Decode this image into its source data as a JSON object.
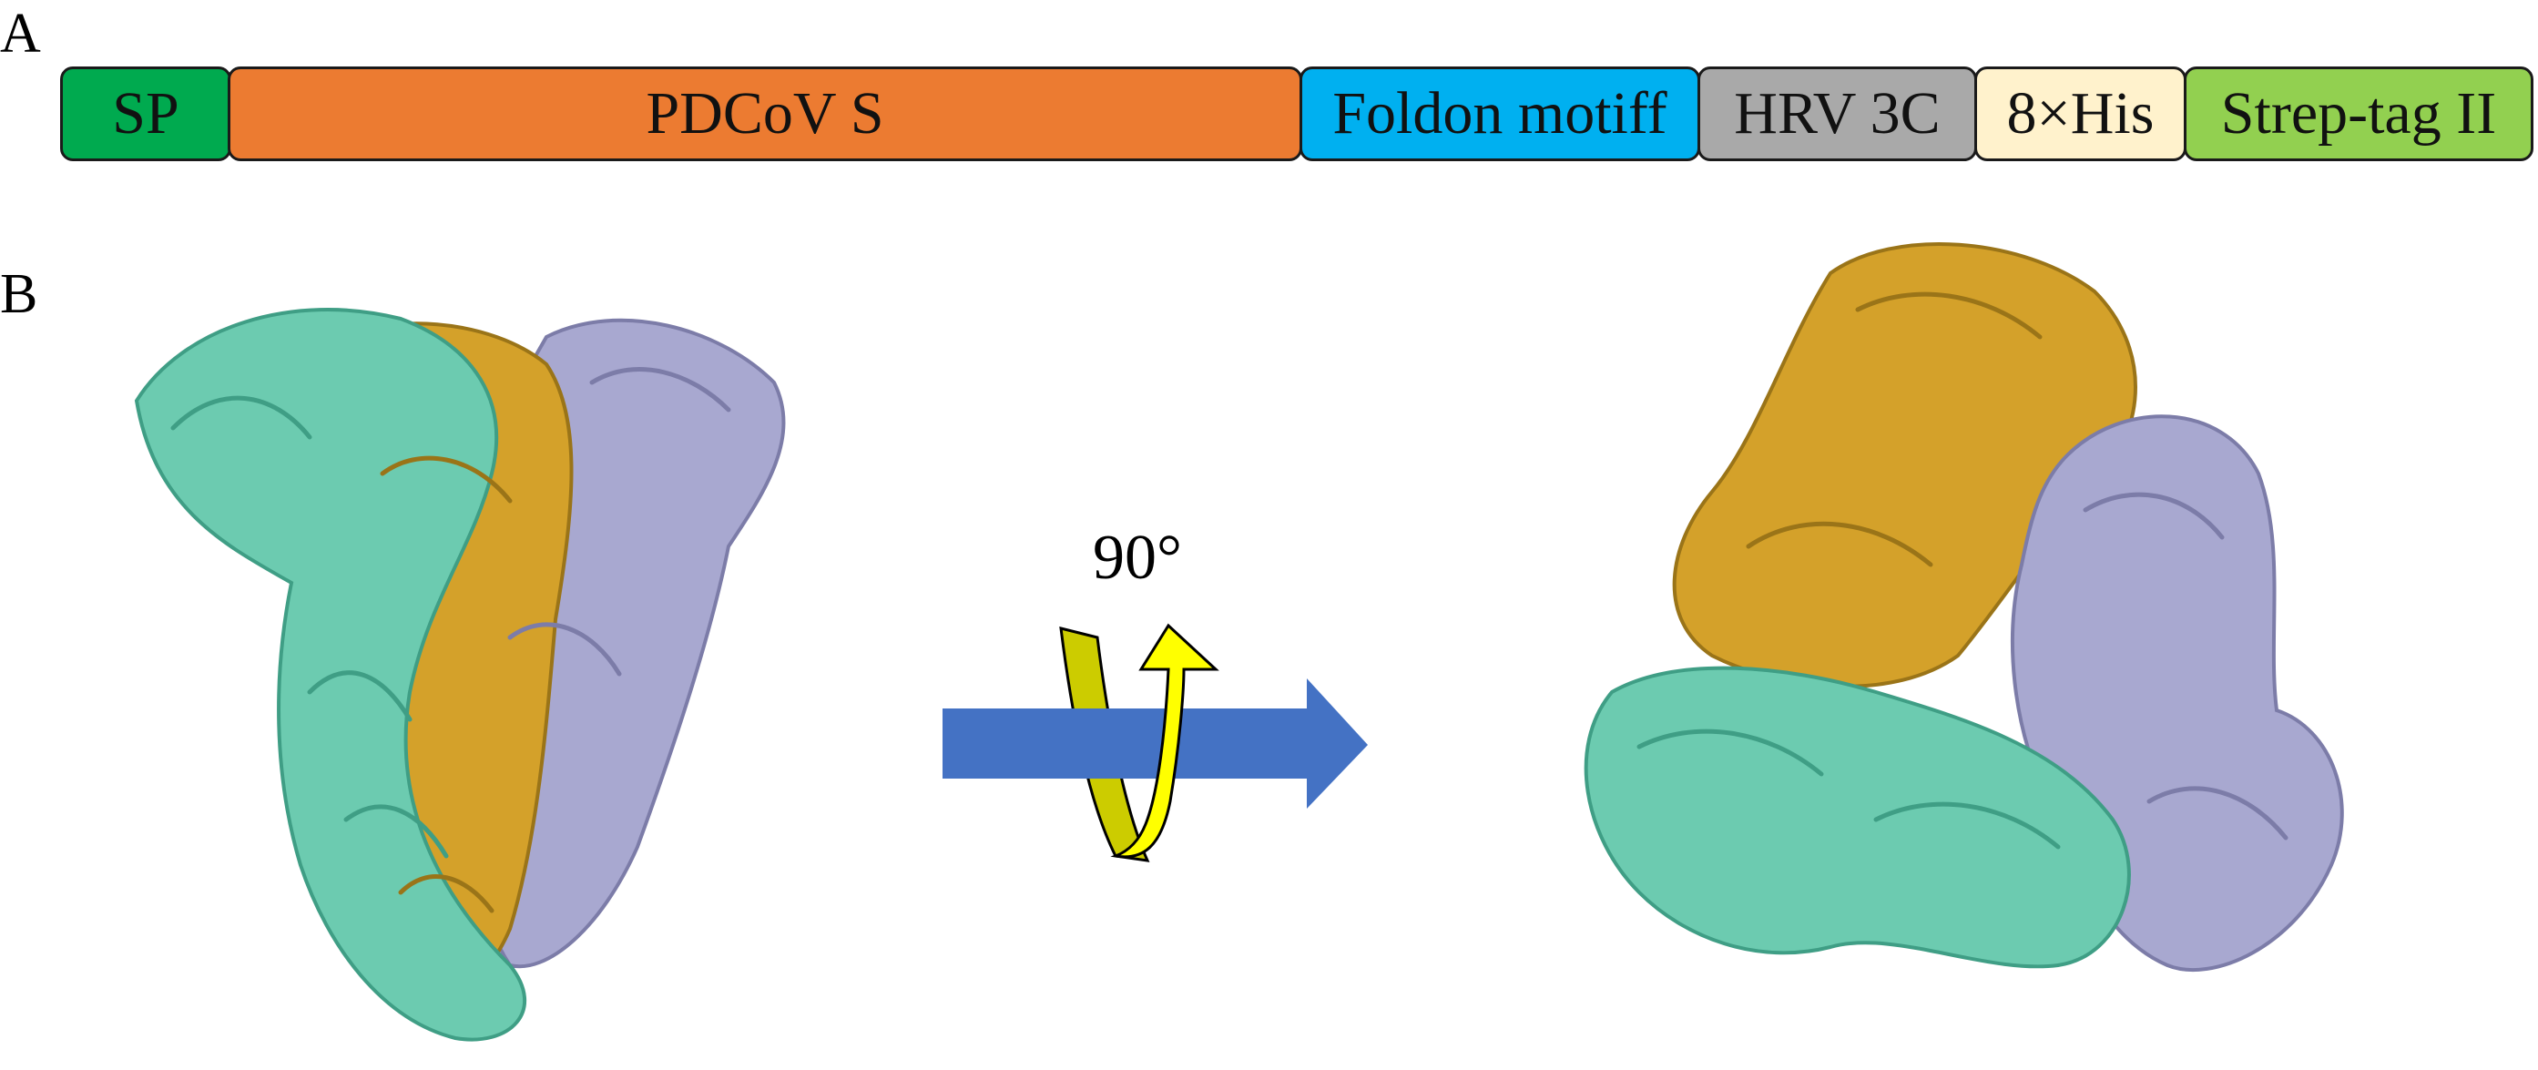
{
  "panels": {
    "a": "A",
    "b": "B"
  },
  "construct": {
    "segments": [
      {
        "key": "sp",
        "label": "SP",
        "color": "#00AA4F"
      },
      {
        "key": "pdcov",
        "label": "PDCoV S",
        "color": "#EC7B31"
      },
      {
        "key": "foldon",
        "label": "Foldon motiff",
        "color": "#00B0F0"
      },
      {
        "key": "hrv",
        "label": "HRV 3C",
        "color": "#A9A9A9"
      },
      {
        "key": "his",
        "label": "8×His",
        "color": "#FFF2CC"
      },
      {
        "key": "strep",
        "label": "Strep-tag II",
        "color": "#92D050"
      }
    ]
  },
  "rotation": {
    "label": "90°",
    "arrow_color": "#4472C4",
    "curl_color": "#FFFF00"
  },
  "structure": {
    "chain_colors": {
      "gold": "#D4A12A",
      "teal": "#6CCBB0",
      "lavender": "#A8A8D0"
    }
  }
}
